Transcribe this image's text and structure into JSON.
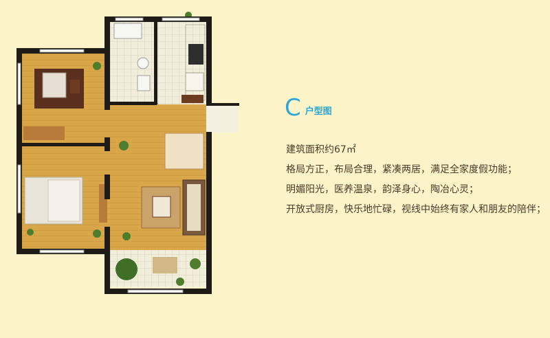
{
  "plan": {
    "type_letter": "C",
    "type_name": "户型图",
    "area_line": "建筑面积约67㎡",
    "features": [
      "格局方正，布局合理，紧凑两居，满足全家度假功能；",
      "明媚阳光，医养温泉，韵泽身心，陶冶心灵；",
      "开放式厨房，快乐地忙碌，视线中始终有家人和朋友的陪伴；"
    ]
  },
  "colors": {
    "background": "#fbf4c8",
    "floor": "#d9a74a",
    "wall": "#1e1a16",
    "tile": "#f0ecd8",
    "accent": "#2aa7d8"
  }
}
